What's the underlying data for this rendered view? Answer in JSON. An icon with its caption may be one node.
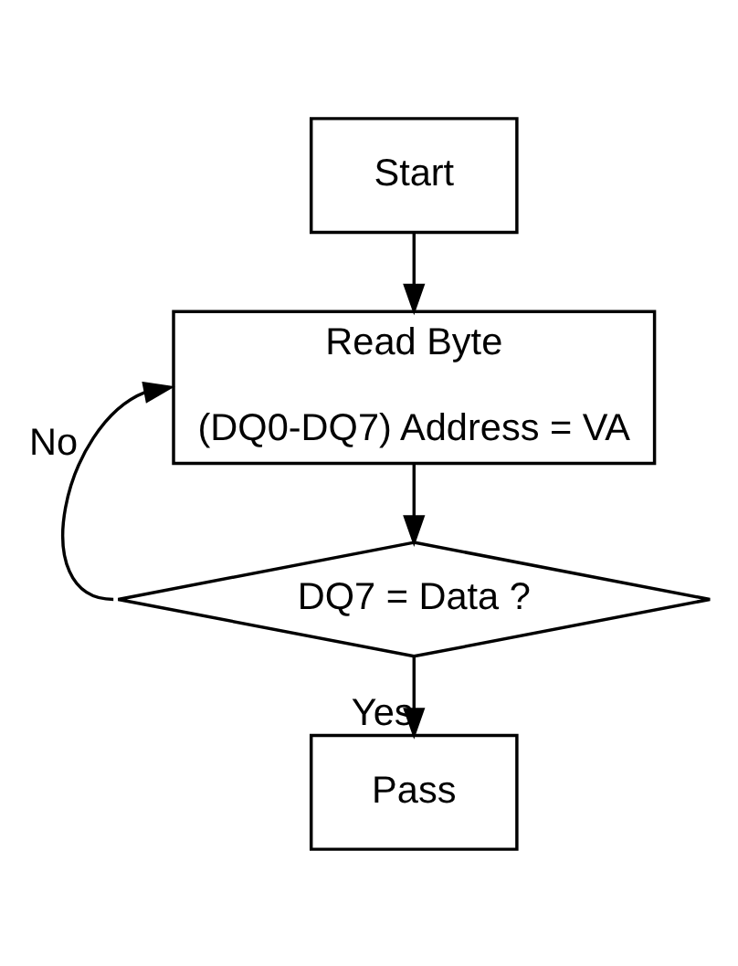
{
  "diagram": {
    "nodes": [
      {
        "text": [
          "Start"
        ]
      },
      {
        "text": [
          "Read Byte",
          "(DQ0-DQ7) Address = VA"
        ]
      },
      {
        "text": [
          "DQ7 = Data ?"
        ]
      },
      {
        "text": [
          "Pass"
        ]
      }
    ],
    "edges": [
      {
        "from": 0,
        "to": 1,
        "arrow": "to"
      },
      {
        "from": 1,
        "to": 2,
        "arrow": "to"
      },
      {
        "from": 2,
        "to": 1,
        "arrow": "to",
        "label": "No"
      },
      {
        "from": 2,
        "to": 3,
        "arrow": "to",
        "label": "Yes"
      }
    ]
  }
}
